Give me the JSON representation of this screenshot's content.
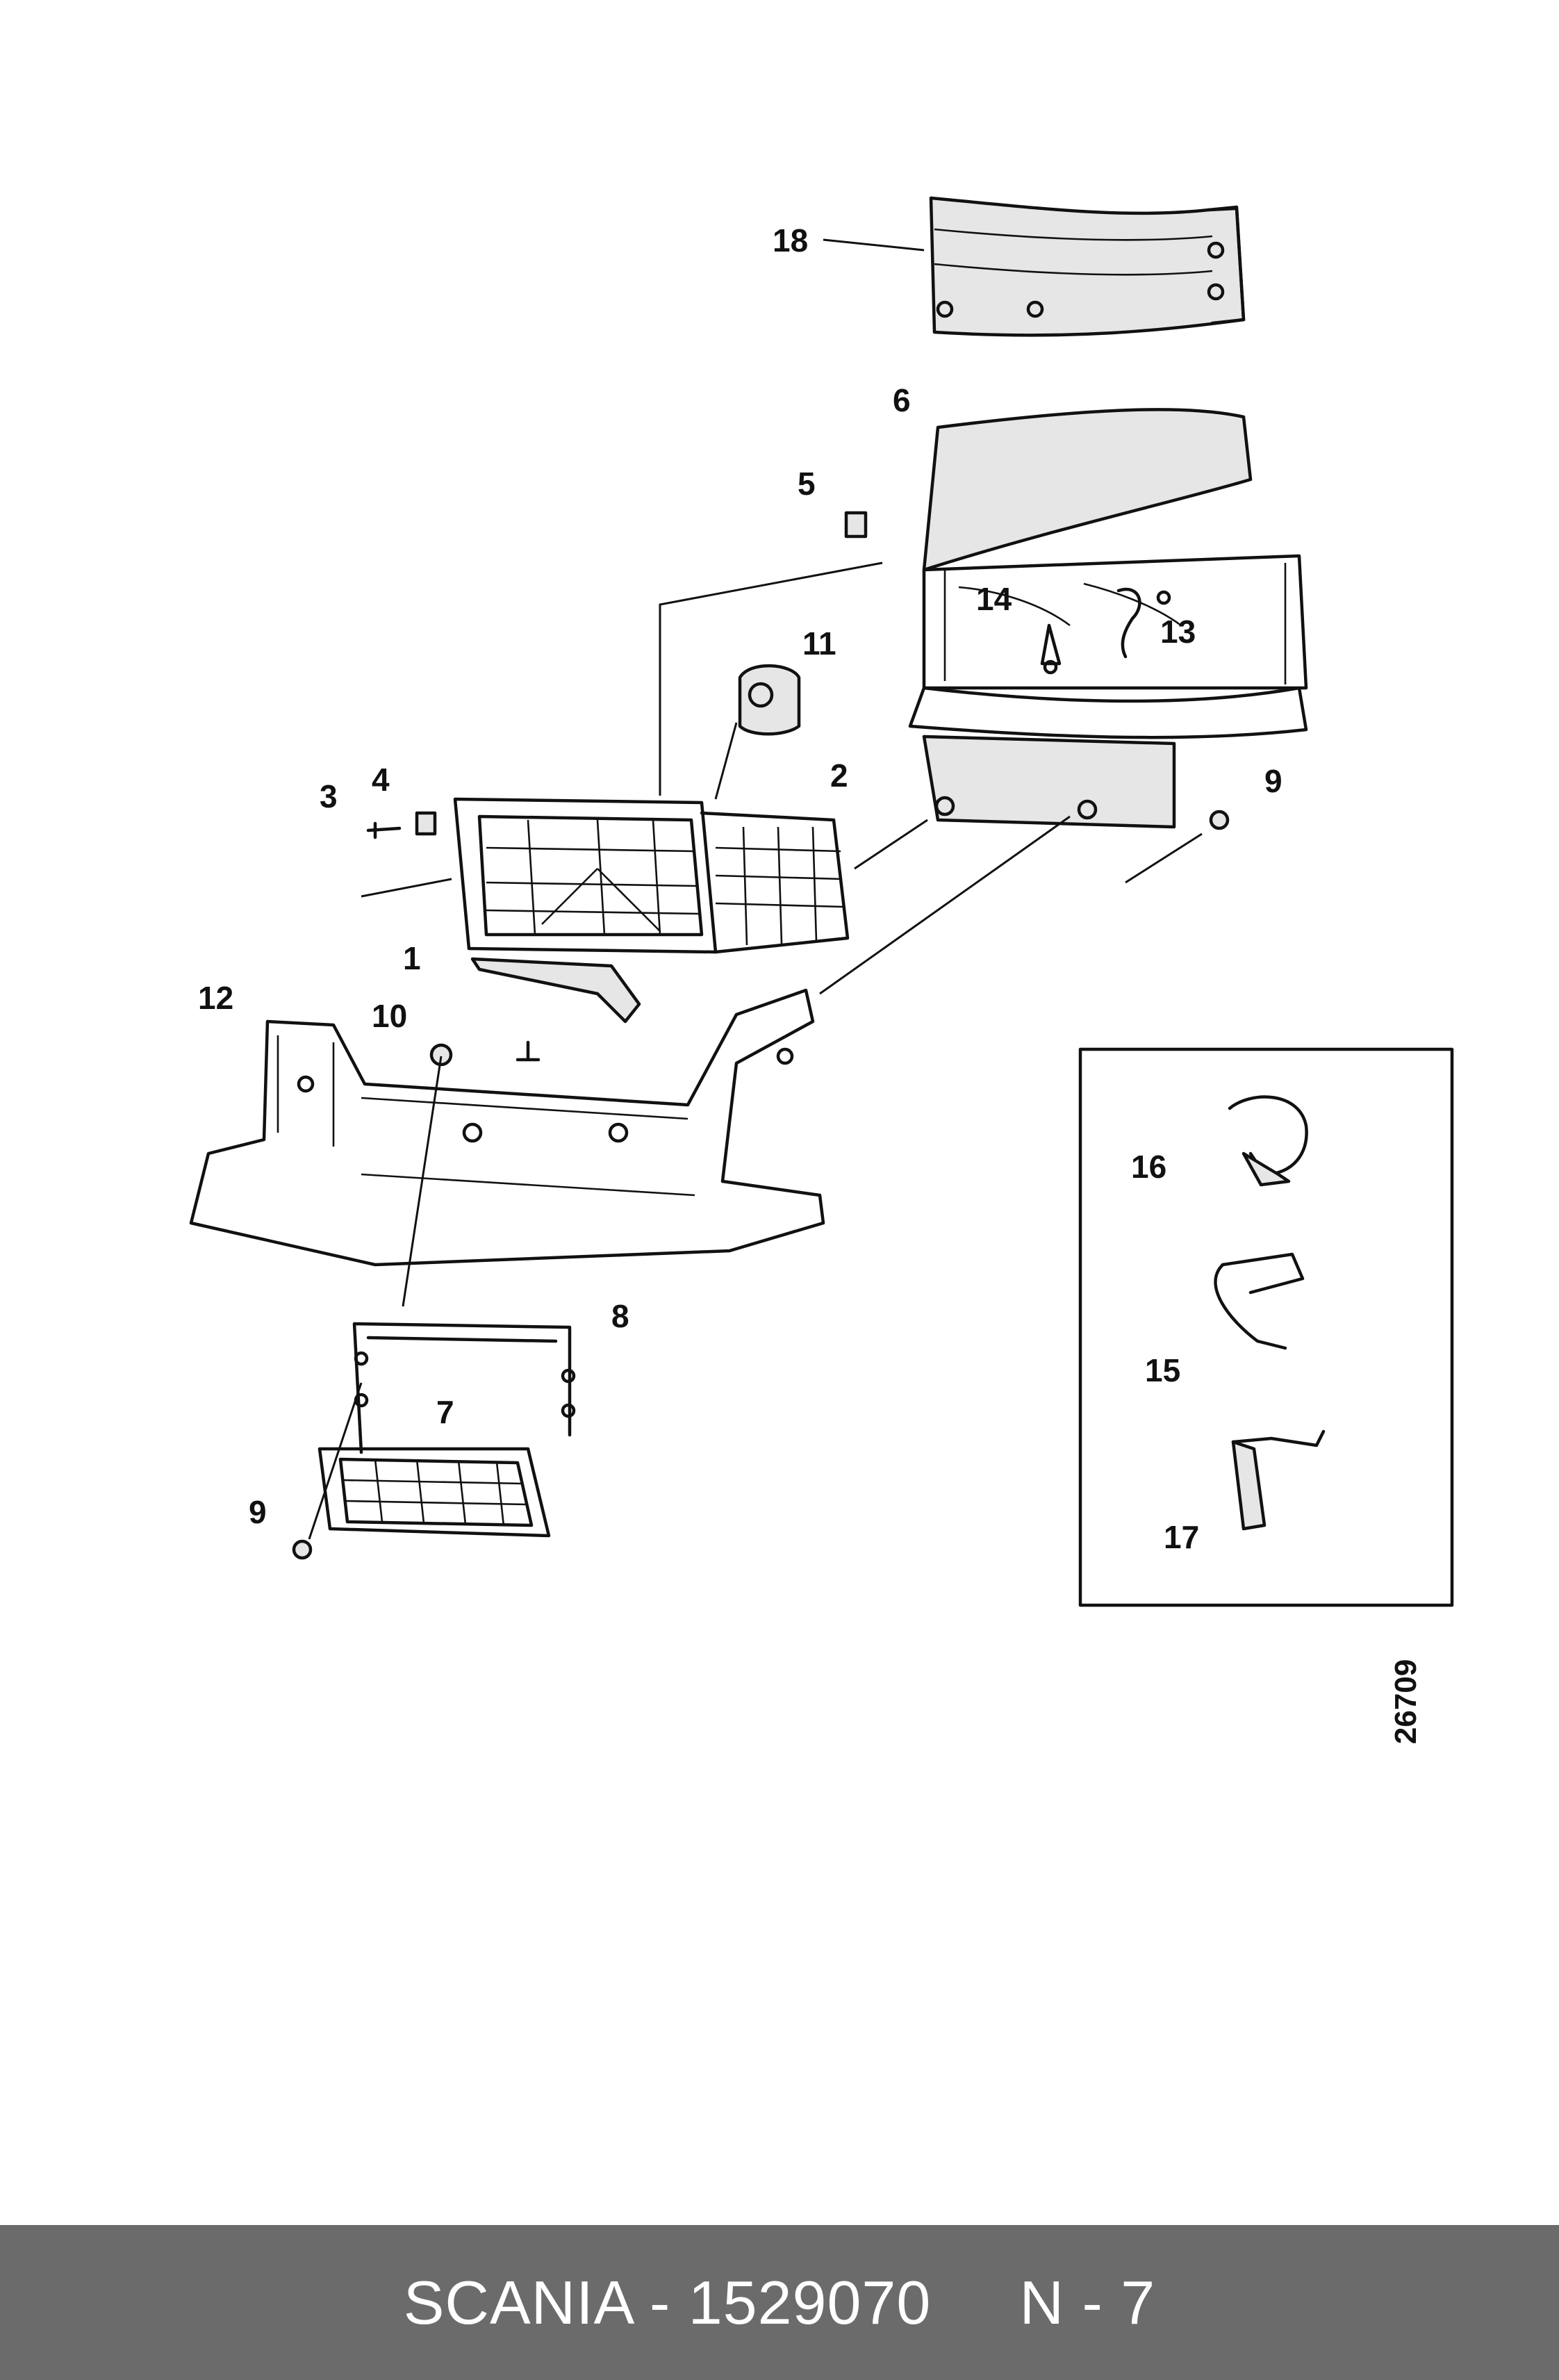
{
  "diagram": {
    "drawing_number": "26709",
    "callouts": [
      "18",
      "6",
      "5",
      "14",
      "13",
      "11",
      "2",
      "4",
      "3",
      "1",
      "9",
      "12",
      "10",
      "8",
      "7",
      "9",
      "16",
      "15",
      "17"
    ]
  },
  "footer": {
    "brand": "SCANIA",
    "part_number": "1529070",
    "page": "N - 7",
    "full_text": "SCANIA - 1529070     N - 7"
  }
}
